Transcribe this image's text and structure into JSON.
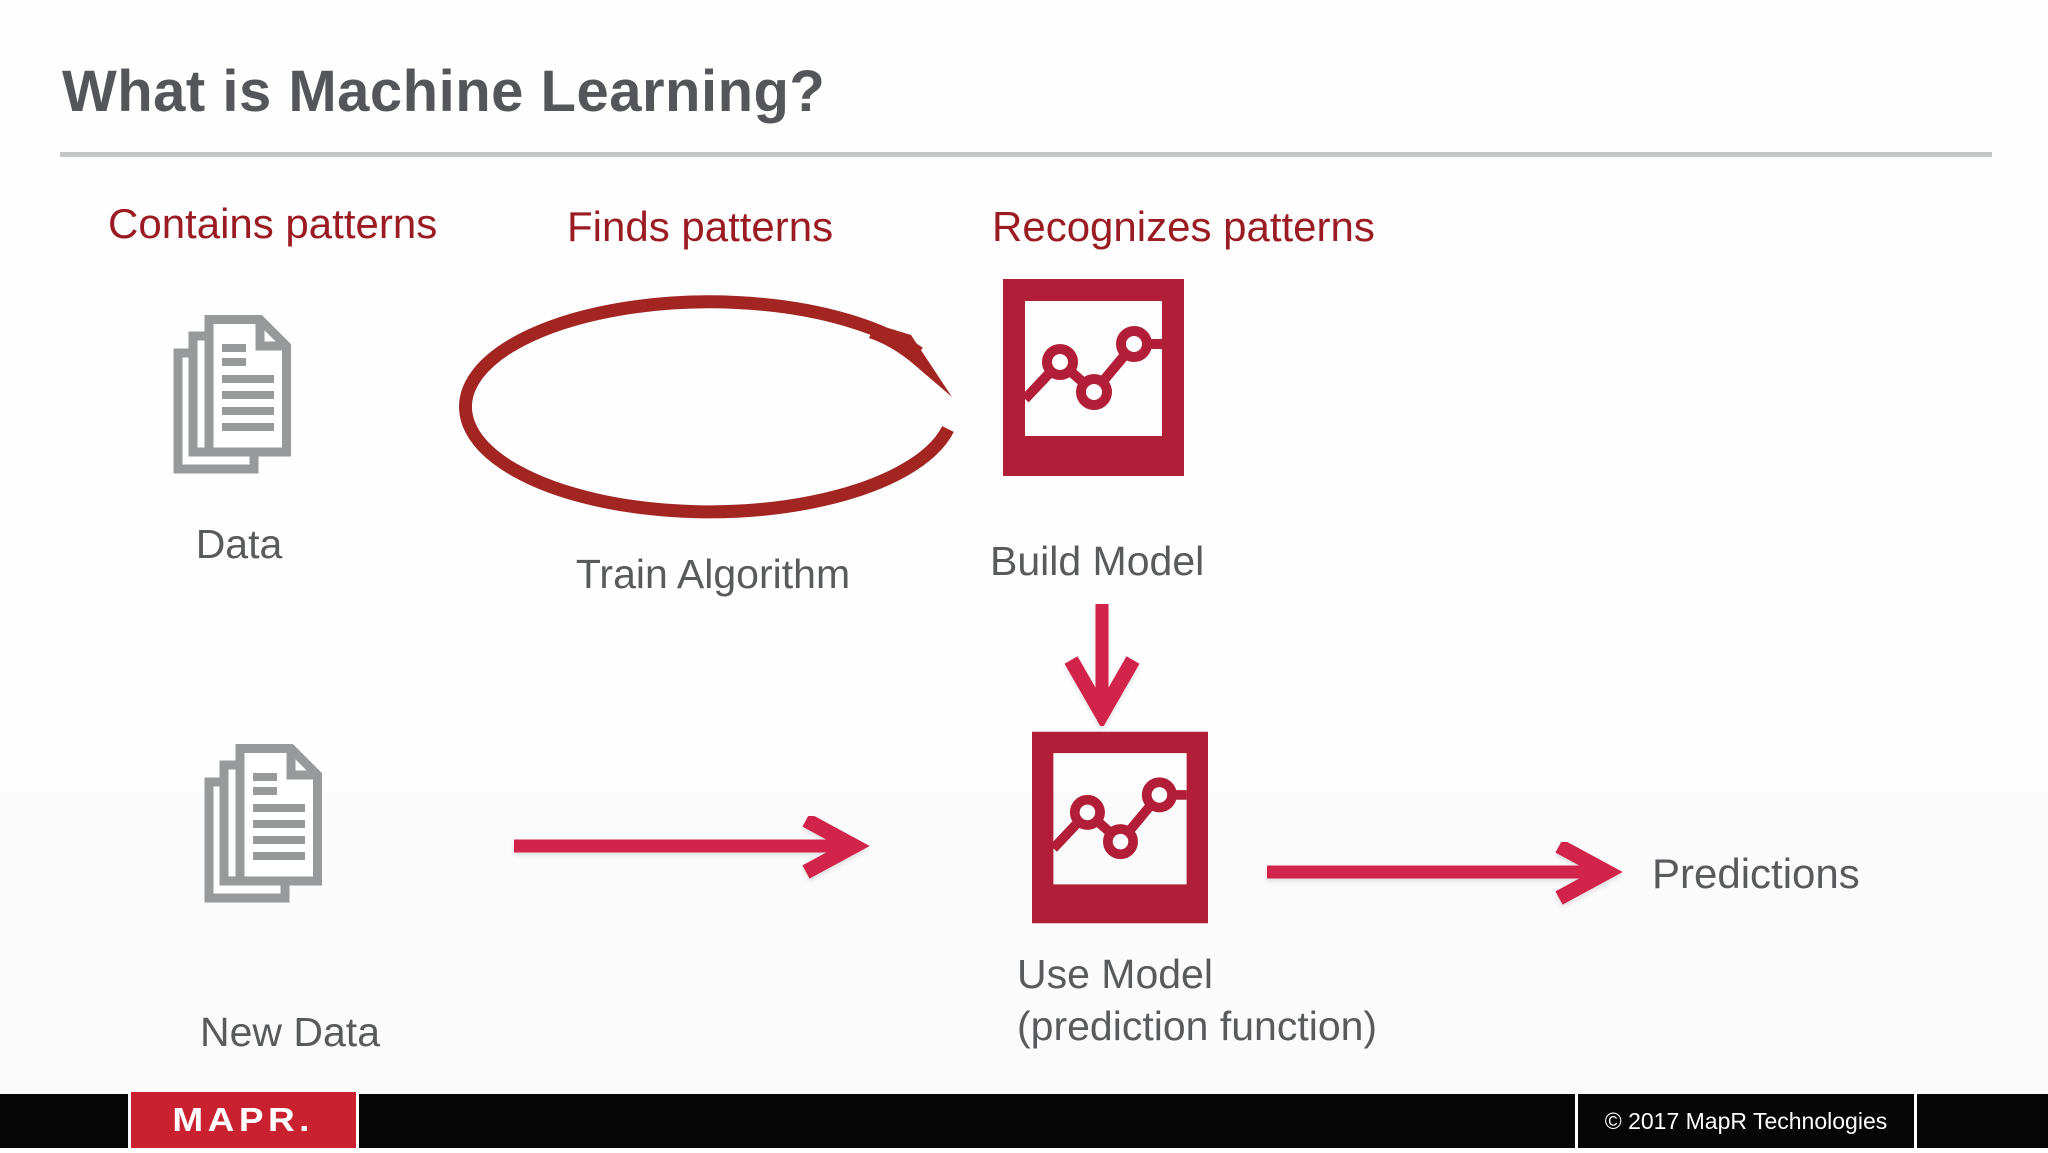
{
  "slide": {
    "title": "What is Machine Learning?",
    "columns": [
      {
        "heading": "Contains patterns",
        "label": "Data"
      },
      {
        "heading": "Finds patterns",
        "label": "Train Algorithm"
      },
      {
        "heading": "Recognizes patterns",
        "label": "Build Model"
      }
    ],
    "bottom_row": {
      "new_data_label": "New Data",
      "use_model_label": "Use Model",
      "use_model_sublabel": "(prediction function)",
      "predictions_label": "Predictions"
    },
    "icons": {
      "data_icon": "documents-stack-icon",
      "new_data_icon": "documents-stack-icon",
      "train_icon": "marker-circle-annotation",
      "build_model_icon": "line-chart-frame-icon",
      "use_model_icon": "line-chart-frame-icon",
      "flow_arrows": [
        "down-arrow",
        "right-arrow",
        "right-arrow"
      ]
    },
    "colors": {
      "title_gray": "#545659",
      "label_gray": "#595a5c",
      "heading_dark_red": "#9b1b22",
      "ellipse_maroon": "#a32522",
      "icon_crimson": "#b21e37",
      "arrow_crimson": "#d2234b",
      "divider_gray": "#c5c6c8",
      "footer_black": "#060606",
      "logo_red": "#ca2130"
    }
  },
  "footer": {
    "logo_text": "MAPR.",
    "copyright": "© 2017 MapR Technologies"
  }
}
